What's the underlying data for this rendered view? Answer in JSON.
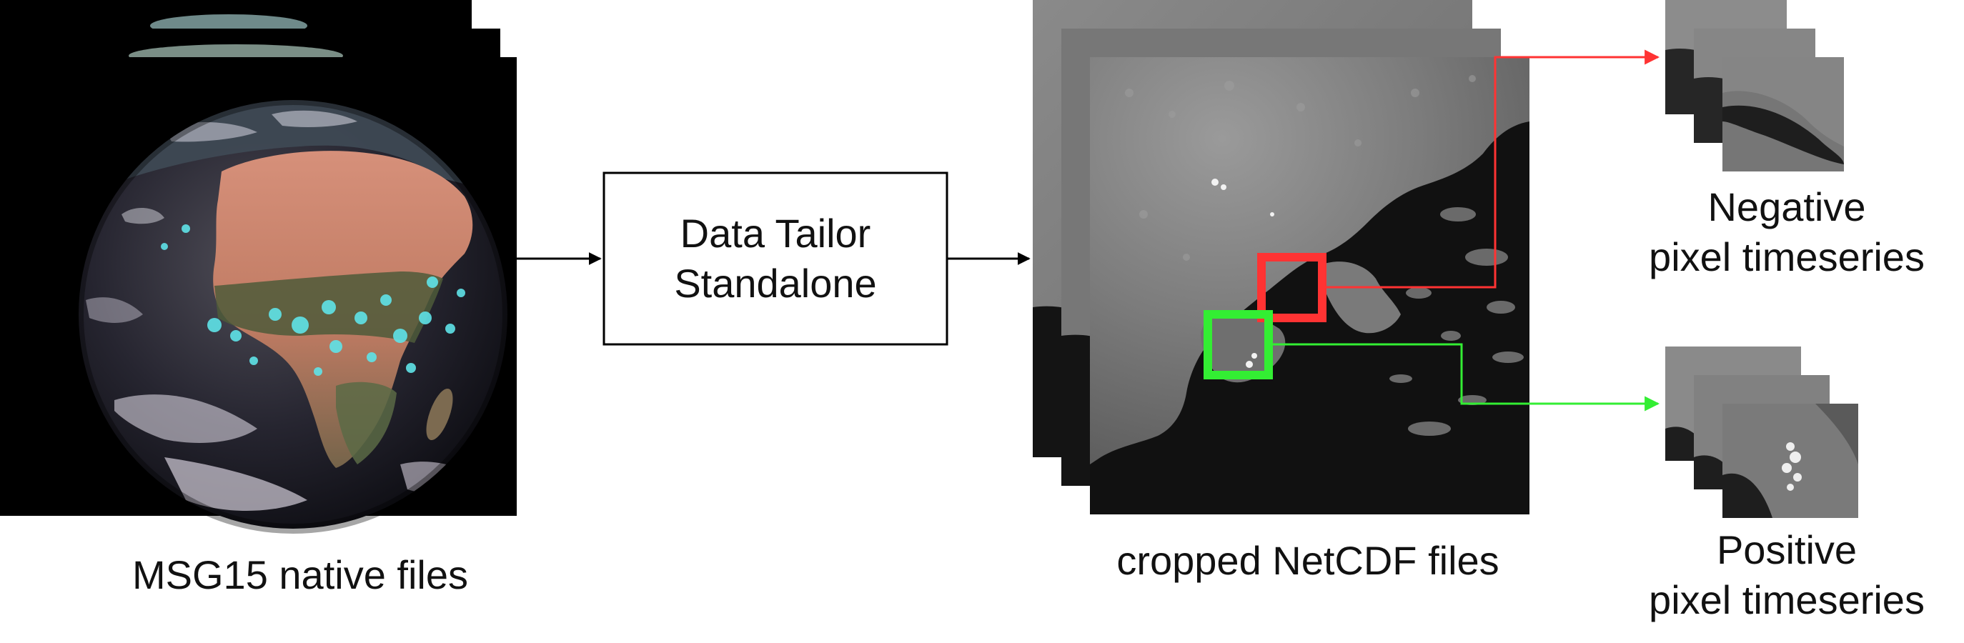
{
  "source": {
    "caption": "MSG15 native files",
    "content": "earth-full-disk-images"
  },
  "process": {
    "line1": "Data Tailor",
    "line2": "Standalone"
  },
  "cropped": {
    "caption": "cropped NetCDF files"
  },
  "negative": {
    "line1": "Negative",
    "line2": "pixel timeseries",
    "color": "#ff3333"
  },
  "positive": {
    "line1": "Positive",
    "line2": "pixel timeseries",
    "color": "#33ee33"
  },
  "colors": {
    "arrow": "#000000",
    "ocean": "#0a0a0a",
    "land": "#d28a6e",
    "cloud": "#5fe3e8"
  }
}
